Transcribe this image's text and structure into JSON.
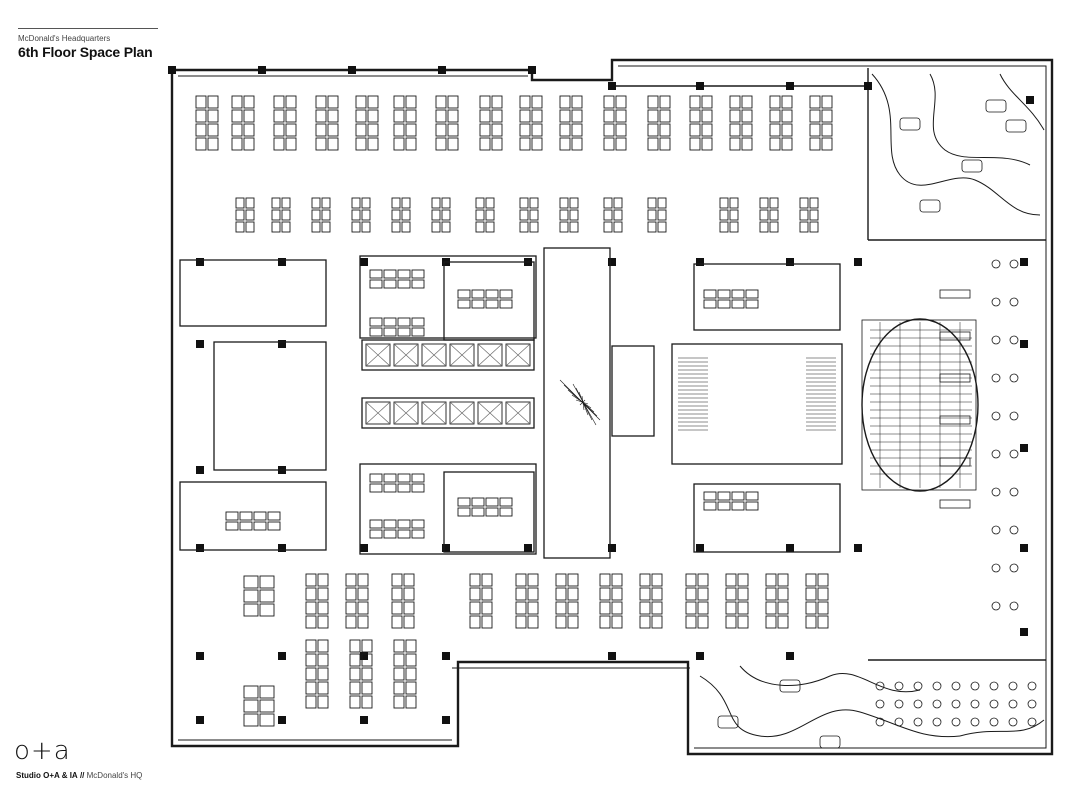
{
  "header": {
    "subtitle": "McDonald's Headquarters",
    "title": "6th Floor Space Plan"
  },
  "footer": {
    "logo": "o+a",
    "credit_firm": "Studio O+A & IA",
    "credit_sep": "//",
    "credit_project": "McDonald's HQ"
  },
  "colors": {
    "line": "#1a1a1a",
    "hatch": "#6b6b6b",
    "background": "#ffffff"
  }
}
